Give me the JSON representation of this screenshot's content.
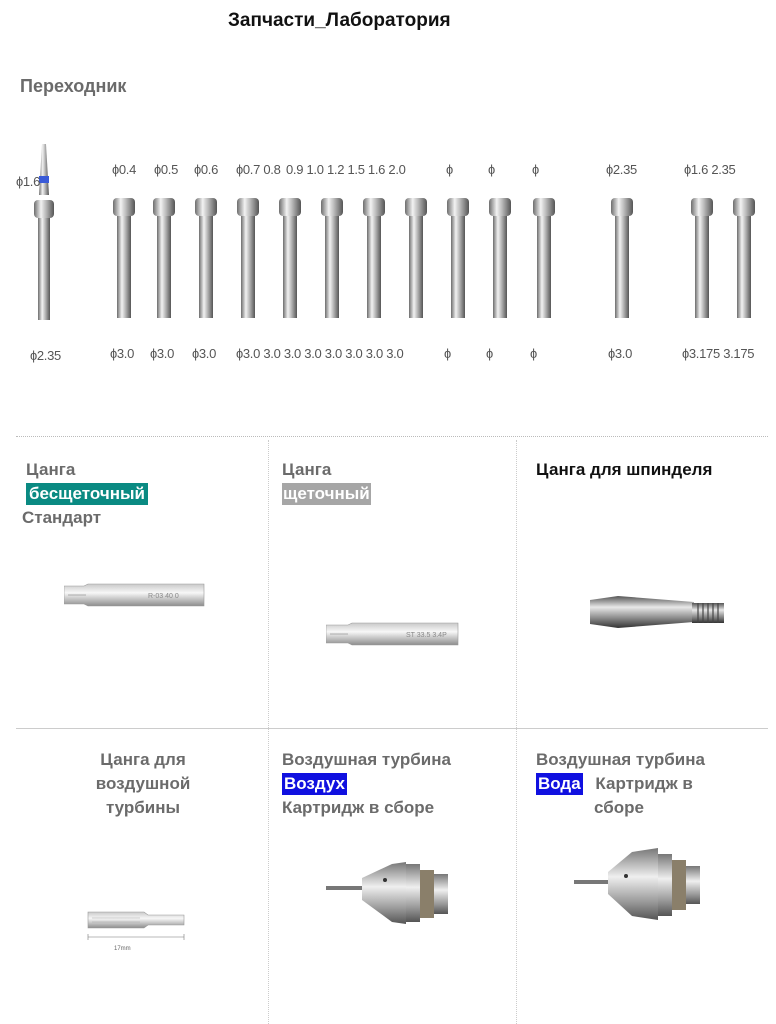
{
  "page_title": "Запчасти_Лаборатория",
  "section_title": "Переходник",
  "adapter_top_labels": [
    "ɸ1.6",
    "ɸ0.4",
    "ɸ0.5",
    "ɸ0.6",
    "ɸ0.7 0.8",
    "0.9 1.0 1.2 1.5 1.6 2.0",
    "ɸ",
    "ɸ",
    "ɸ",
    "ɸ2.35",
    "ɸ1.6 2.35"
  ],
  "adapter_bottom_labels": [
    "ɸ2.35",
    "ɸ3.0",
    "ɸ3.0",
    "ɸ3.0",
    "ɸ3.0 3.0 3.0 3.0 3.0 3.0 3.0 3.0",
    "ɸ",
    "ɸ",
    "ɸ",
    "ɸ3.0",
    "ɸ3.175 3.175"
  ],
  "cards": {
    "brushless": {
      "line1": "Цанга",
      "highlight": "бесщеточный",
      "line3": "Стандарт",
      "engraving": "R-03 40 0"
    },
    "brushed": {
      "line1": "Цанга",
      "highlight": "щеточный",
      "engraving": "ST 33.5 3.4P"
    },
    "spindle": {
      "line1": "Цанга для шпинделя"
    },
    "air_turbine_collet": {
      "line1": "Цанга для",
      "line2": "воздушной",
      "line3": "турбины",
      "dimension": "17mm"
    },
    "air_turbine_air": {
      "line1": "Воздушная турбина",
      "highlight": "Воздух",
      "line3": "Картридж в сборе"
    },
    "air_turbine_water": {
      "line1": "Воздушная турбина",
      "highlight": "Вода",
      "line2b": "Картридж в",
      "line3": "сборе"
    }
  },
  "colors": {
    "teal": "#0a8a82",
    "gray": "#a6a6a6",
    "blue": "#1010e0"
  }
}
